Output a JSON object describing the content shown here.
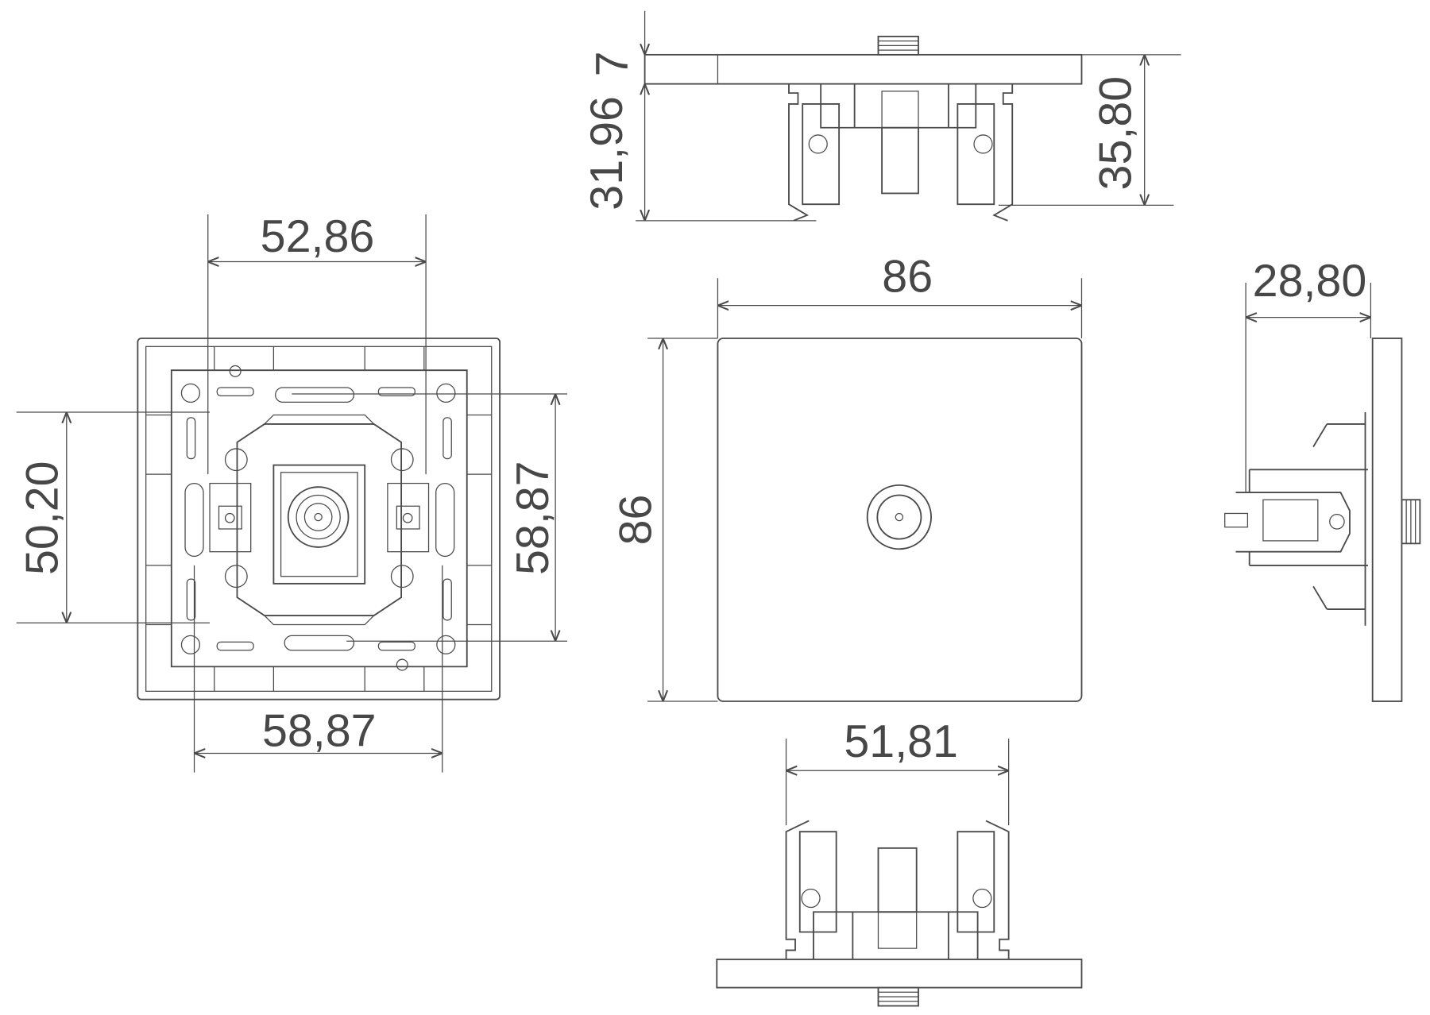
{
  "drawing": {
    "top_view": {
      "plate_thickness": "7",
      "body_depth": "31,96",
      "total_depth": "35,80"
    },
    "front_view": {
      "width": "86",
      "height": "86"
    },
    "rear_view": {
      "mount_width": "52,86",
      "frame_width": "58,87",
      "mount_height": "50,20",
      "frame_height": "58,87"
    },
    "side_view": {
      "depth": "28,80"
    },
    "bottom_view": {
      "body_width": "51,81"
    },
    "line_color": "#4a4a4a"
  }
}
